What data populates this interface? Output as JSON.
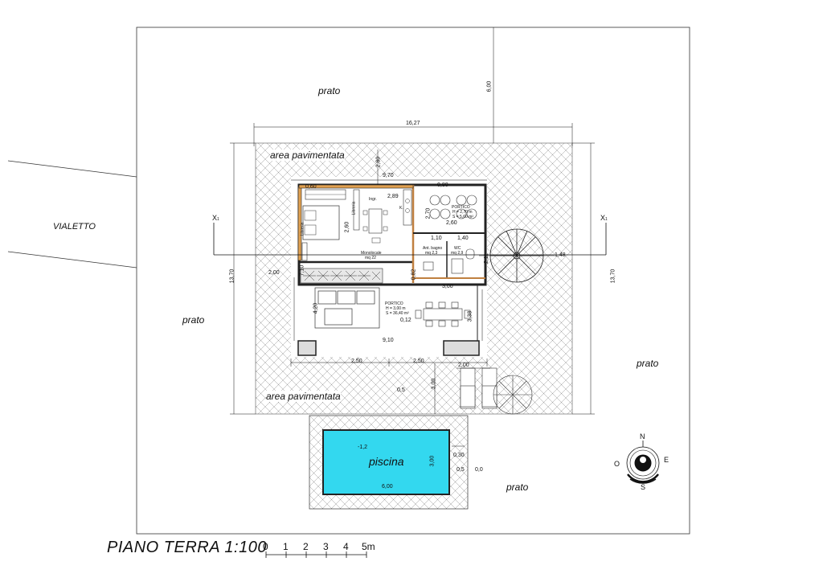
{
  "title": "PIANO TERRA  1:100",
  "scale_bar": {
    "ticks": [
      "0",
      "1",
      "2",
      "3",
      "4",
      "5m"
    ]
  },
  "areas": {
    "prato_top": "prato",
    "prato_left": "prato",
    "prato_right": "prato",
    "prato_bottom": "prato",
    "area_pav_top": "area pavimentata",
    "area_pav_bottom": "area pavimentata",
    "vialetto": "VIALETTO",
    "piscina": "piscina"
  },
  "rooms": {
    "monolocale": "Monolocale",
    "monolocale_mq": "mq 22",
    "portico_main": "PORTICO",
    "portico_main_h": "H = 3,00 m",
    "portico_main_s": "S = 36,40 m²",
    "portico_small": "PORTICO",
    "portico_small_h": "H = 2,70 m",
    "portico_small_s": "S = 5,60 m²",
    "ant_bagno": "Ant. bagno",
    "ant_bagno_mq": "mq 2,3",
    "wc": "WC",
    "wc_mq": "mq 2,9",
    "ingr": "Ingr.",
    "k": "K.",
    "libreria": "Libreria",
    "libreria2": "Libreria"
  },
  "dimensions": {
    "d_600_top": "6,00",
    "d_1627": "16,27",
    "d_970": "9,70",
    "d_280_a": "2,80",
    "d_289": "2,89",
    "d_260_v": "2,60",
    "d_710": "7,10",
    "d_1370_l": "13,70",
    "d_1370_r": "13,70",
    "d_200_l": "2,00",
    "d_270": "2,70",
    "d_080": "0,80",
    "d_260_h": "2,60",
    "d_110": "1,10",
    "d_140": "1,40",
    "d_211": "2,11",
    "d_148": "1,48",
    "d_082": "0,82",
    "d_300_h": "3,00",
    "d_420": "4,20",
    "d_338": "3,38",
    "d_910": "9,10",
    "d_250_a": "2,50",
    "d_250_b": "2,50",
    "d_200_b": "2,00",
    "d_300_v": "3,00",
    "d_030": "0,30",
    "d_300_pool": "3,00",
    "d_600_pool": "6,00",
    "lvl_012": "0,12",
    "lvl_05_a": "0,5",
    "lvl_minus12": "-1,2",
    "lvl_05_b": "0,5",
    "lvl_00": "0,0",
    "d_060": "0,60"
  },
  "sections": {
    "x_left": "X",
    "x_right": "X",
    "x_sub": "1"
  },
  "compass": {
    "n": "N",
    "s": "S",
    "e": "E",
    "o": "O"
  },
  "colors": {
    "pool": "#33d8ef",
    "line": "#111111",
    "wall_accent": "#e0a050"
  }
}
